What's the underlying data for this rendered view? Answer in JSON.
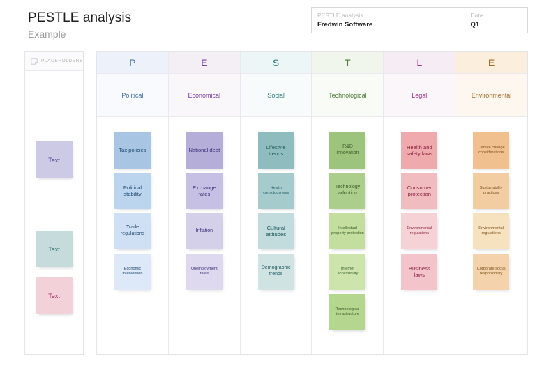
{
  "header": {
    "title": "PESTLE analysis",
    "subtitle": "Example",
    "meta": [
      {
        "label": "PESTLE analysis",
        "value": "Fredwin Software"
      },
      {
        "label": "Date",
        "value": "Q1"
      }
    ]
  },
  "sidebar": {
    "heading": "PLACEHOLDERS",
    "icon": "sticky-note-icon",
    "placeholders": [
      {
        "label": "Text",
        "bg": "#cdcae6",
        "fg": "#4a3f91"
      },
      {
        "label": "Text",
        "bg": "#c6dcdc",
        "fg": "#2e6b6b"
      },
      {
        "label": "Text",
        "bg": "#f2d2d8",
        "fg": "#a5235a"
      }
    ]
  },
  "board": {
    "columns": [
      {
        "letter": "P",
        "name": "Political",
        "letter_color": "#3f6fa8",
        "name_color": "#3f6fa8",
        "letter_bg": "#edf1f9",
        "name_bg": "#f8fafd",
        "notes": [
          {
            "text": "Tax policies",
            "bg": "#a8c6e4",
            "fg": "#224b72",
            "size": "lg"
          },
          {
            "text": "Political stability",
            "bg": "#bcd5ee",
            "fg": "#224b72",
            "size": "lg"
          },
          {
            "text": "Trade regulations",
            "bg": "#cfe0f4",
            "fg": "#224b72",
            "size": "md"
          },
          {
            "text": "Economic intervention",
            "bg": "#dde9f8",
            "fg": "#224b72",
            "size": "sm"
          }
        ]
      },
      {
        "letter": "E",
        "name": "Economical",
        "letter_color": "#7b3fa8",
        "name_color": "#7b3fa8",
        "letter_bg": "#f4eff5",
        "name_bg": "#faf7fb",
        "notes": [
          {
            "text": "National debt",
            "bg": "#b4aed8",
            "fg": "#3e2f7a",
            "size": "lg"
          },
          {
            "text": "Exchange rates",
            "bg": "#c6c1e4",
            "fg": "#3e2f7a",
            "size": "lg"
          },
          {
            "text": "Inflation",
            "bg": "#d4d0ea",
            "fg": "#3e2f7a",
            "size": "md"
          },
          {
            "text": "Unemployment rates",
            "bg": "#ded9ef",
            "fg": "#3e2f7a",
            "size": "sm"
          }
        ]
      },
      {
        "letter": "S",
        "name": "Social",
        "letter_color": "#2e7d7d",
        "name_color": "#2e7d7d",
        "letter_bg": "#edf6f6",
        "name_bg": "#f7fbfb",
        "notes": [
          {
            "text": "Lifestyle trends",
            "bg": "#8fbcbe",
            "fg": "#1d5a5c",
            "size": "lg"
          },
          {
            "text": "Health consciousness",
            "bg": "#a6cbcd",
            "fg": "#1d5a5c",
            "size": "sm"
          },
          {
            "text": "Cultural attitudes",
            "bg": "#c2dbdc",
            "fg": "#1d5a5c",
            "size": "lg"
          },
          {
            "text": "Demographic trends",
            "bg": "#cfe3e3",
            "fg": "#1d5a5c",
            "size": "md"
          }
        ]
      },
      {
        "letter": "T",
        "name": "Technological",
        "letter_color": "#4a7a35",
        "name_color": "#4a7a35",
        "letter_bg": "#f0f6ec",
        "name_bg": "#f9fbf7",
        "notes": [
          {
            "text": "R&D innovation",
            "bg": "#9dc47c",
            "fg": "#3b5c28",
            "size": "md"
          },
          {
            "text": "Technology adoption",
            "bg": "#acce8c",
            "fg": "#3b5c28",
            "size": "md"
          },
          {
            "text": "Intellectual property protection",
            "bg": "#c3de9f",
            "fg": "#3b5c28",
            "size": "sm"
          },
          {
            "text": "Internet accessibility",
            "bg": "#cde5ad",
            "fg": "#3b5c28",
            "size": "sm"
          },
          {
            "text": "Technological infrastructure",
            "bg": "#b5d68f",
            "fg": "#3b5c28",
            "size": "sm"
          }
        ]
      },
      {
        "letter": "L",
        "name": "Legal",
        "letter_color": "#a0338c",
        "name_color": "#a0338c",
        "letter_bg": "#f6ecf3",
        "name_bg": "#fbf6f9",
        "notes": [
          {
            "text": "Health and safety laws",
            "bg": "#eeaaac",
            "fg": "#8c2340",
            "size": "lg"
          },
          {
            "text": "Consumer protection",
            "bg": "#f0bcc0",
            "fg": "#8c2340",
            "size": "lg"
          },
          {
            "text": "Environmental regulations",
            "bg": "#f5d2d6",
            "fg": "#8c2340",
            "size": "sm"
          },
          {
            "text": "Business laws",
            "bg": "#f3c5ca",
            "fg": "#8c2340",
            "size": "lg"
          }
        ]
      },
      {
        "letter": "E",
        "name": "Environmental",
        "letter_color": "#a06a22",
        "name_color": "#a06a22",
        "letter_bg": "#fbeedc",
        "name_bg": "#fdf7ef",
        "notes": [
          {
            "text": "Climate change considerations",
            "bg": "#f0c08e",
            "fg": "#7d5520",
            "size": "sm"
          },
          {
            "text": "Sustainability practices",
            "bg": "#f3cda2",
            "fg": "#7d5520",
            "size": "sm"
          },
          {
            "text": "Environmental regulations",
            "bg": "#f7e2c0",
            "fg": "#7d5520",
            "size": "sm"
          },
          {
            "text": "Corporate social responsibility",
            "bg": "#f4d2ab",
            "fg": "#7d5520",
            "size": "sm"
          }
        ]
      }
    ]
  }
}
